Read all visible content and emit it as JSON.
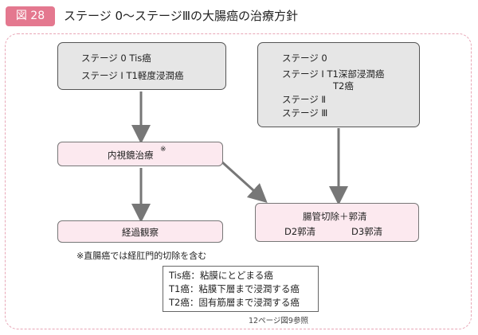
{
  "header": {
    "figure_label": "図 28",
    "title": "ステージ 0〜ステージⅢの大腸癌の治療方針"
  },
  "boxes": {
    "early_stage": {
      "line1": "ステージ 0  Tis癌",
      "line2": "ステージ Ⅰ  T1軽度浸潤癌"
    },
    "advanced_stage": {
      "line1": "ステージ 0",
      "line2": "ステージ Ⅰ  T1深部浸潤癌",
      "line3": "T2癌",
      "line4": "ステージ Ⅱ",
      "line5": "ステージ Ⅲ"
    },
    "endoscopic": {
      "label": "内視鏡治療",
      "mark": "※"
    },
    "observation": {
      "label": "経過観察"
    },
    "surgery": {
      "line1": "腸管切除＋郭清",
      "d2": "D2郭清",
      "d3": "D3郭清"
    }
  },
  "footnote": "※直腸癌では経肛門的切除を含む",
  "legend": {
    "row1": "Tis癌：粘膜にとどまる癌",
    "row2": "T1癌：粘膜下層まで浸潤する癌",
    "row3": "T2癌：固有筋層まで浸潤する癌"
  },
  "reference": "12ページ図9参照",
  "colors": {
    "badge": "#e4788f",
    "frame_border": "#e8a6b6",
    "pink_box": "#fce9ef",
    "gray_box": "#e6e6e6",
    "arrow": "#777777"
  }
}
